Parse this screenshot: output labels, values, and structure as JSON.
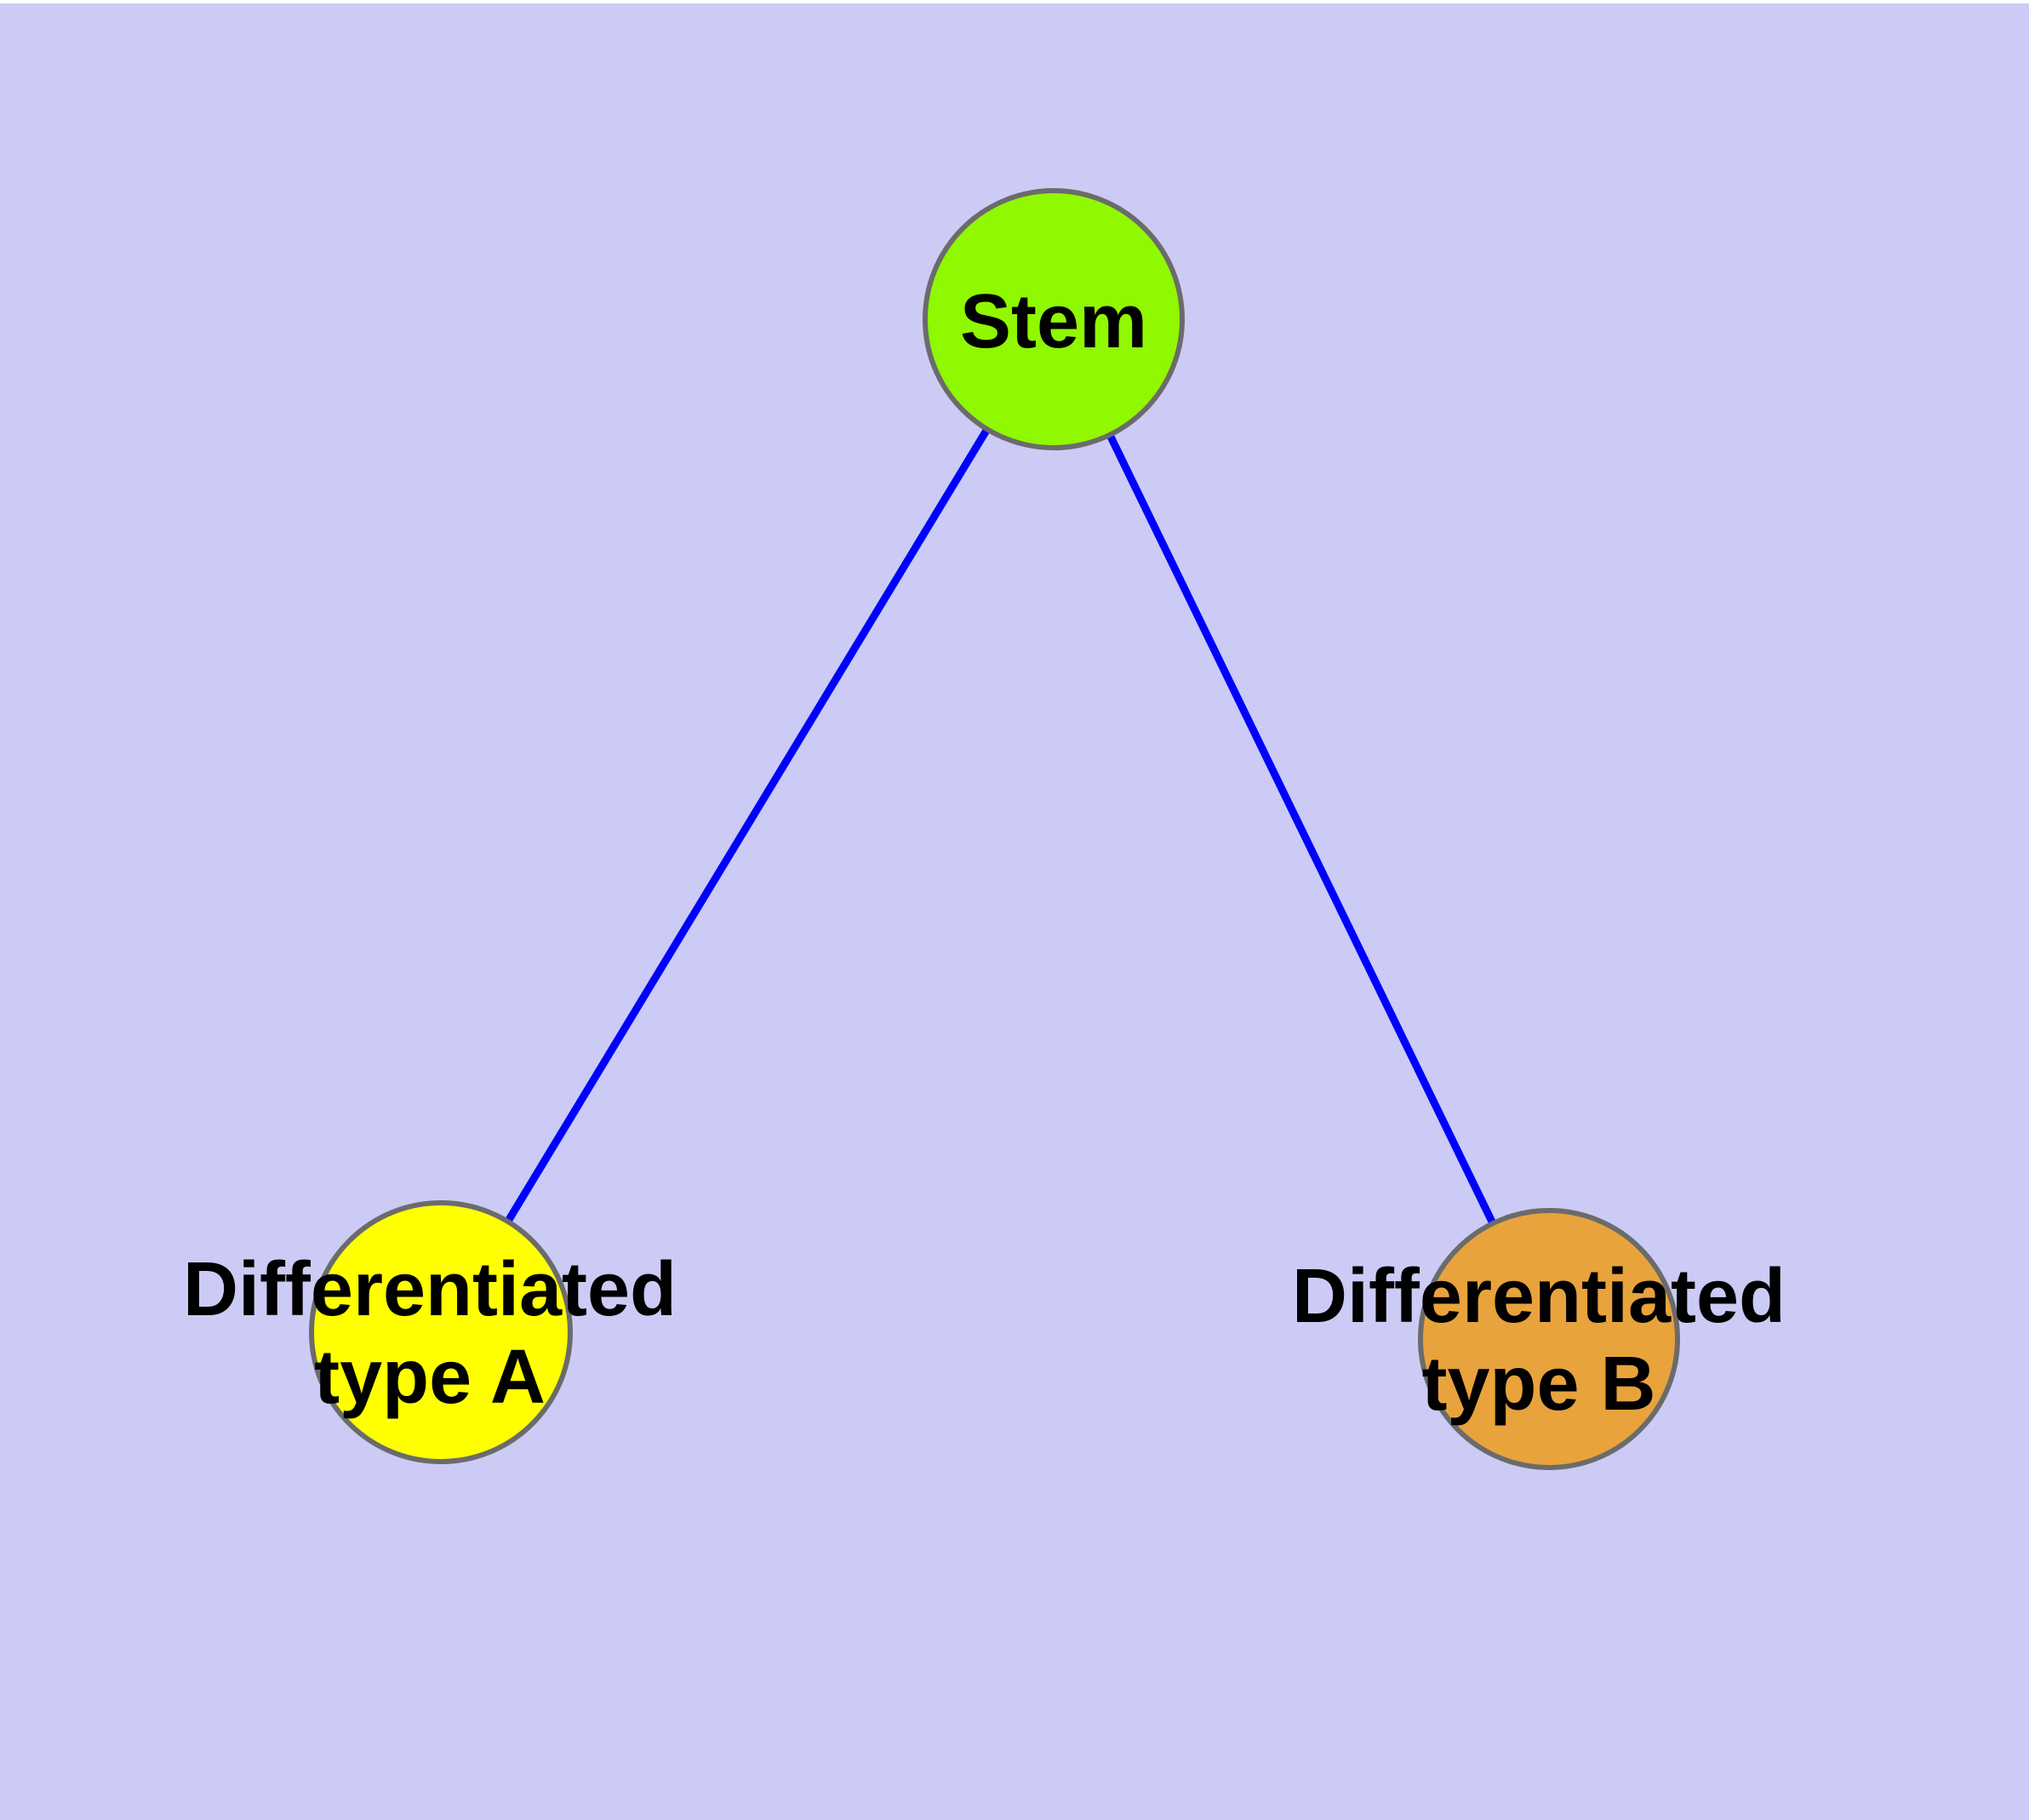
{
  "diagram": {
    "background_color": "#CBCBF5",
    "top_border_color": "#FFFFFF",
    "edge_color": "#0000FF",
    "node_border_color": "#6B6B6B",
    "label_color": "#000000",
    "nodes": [
      {
        "id": "stem",
        "label": "Stem",
        "fill": "#90F800"
      },
      {
        "id": "differentiated-type-a",
        "label_line1": "Differentiated",
        "label_line2": "type A",
        "fill": "#FFFF00"
      },
      {
        "id": "differentiated-type-b",
        "label_line1": "Differentiated",
        "label_line2": "type B",
        "fill": "#E8A33C"
      }
    ],
    "edges": [
      {
        "from": "stem",
        "to": "differentiated-type-a"
      },
      {
        "from": "stem",
        "to": "differentiated-type-b"
      }
    ]
  }
}
